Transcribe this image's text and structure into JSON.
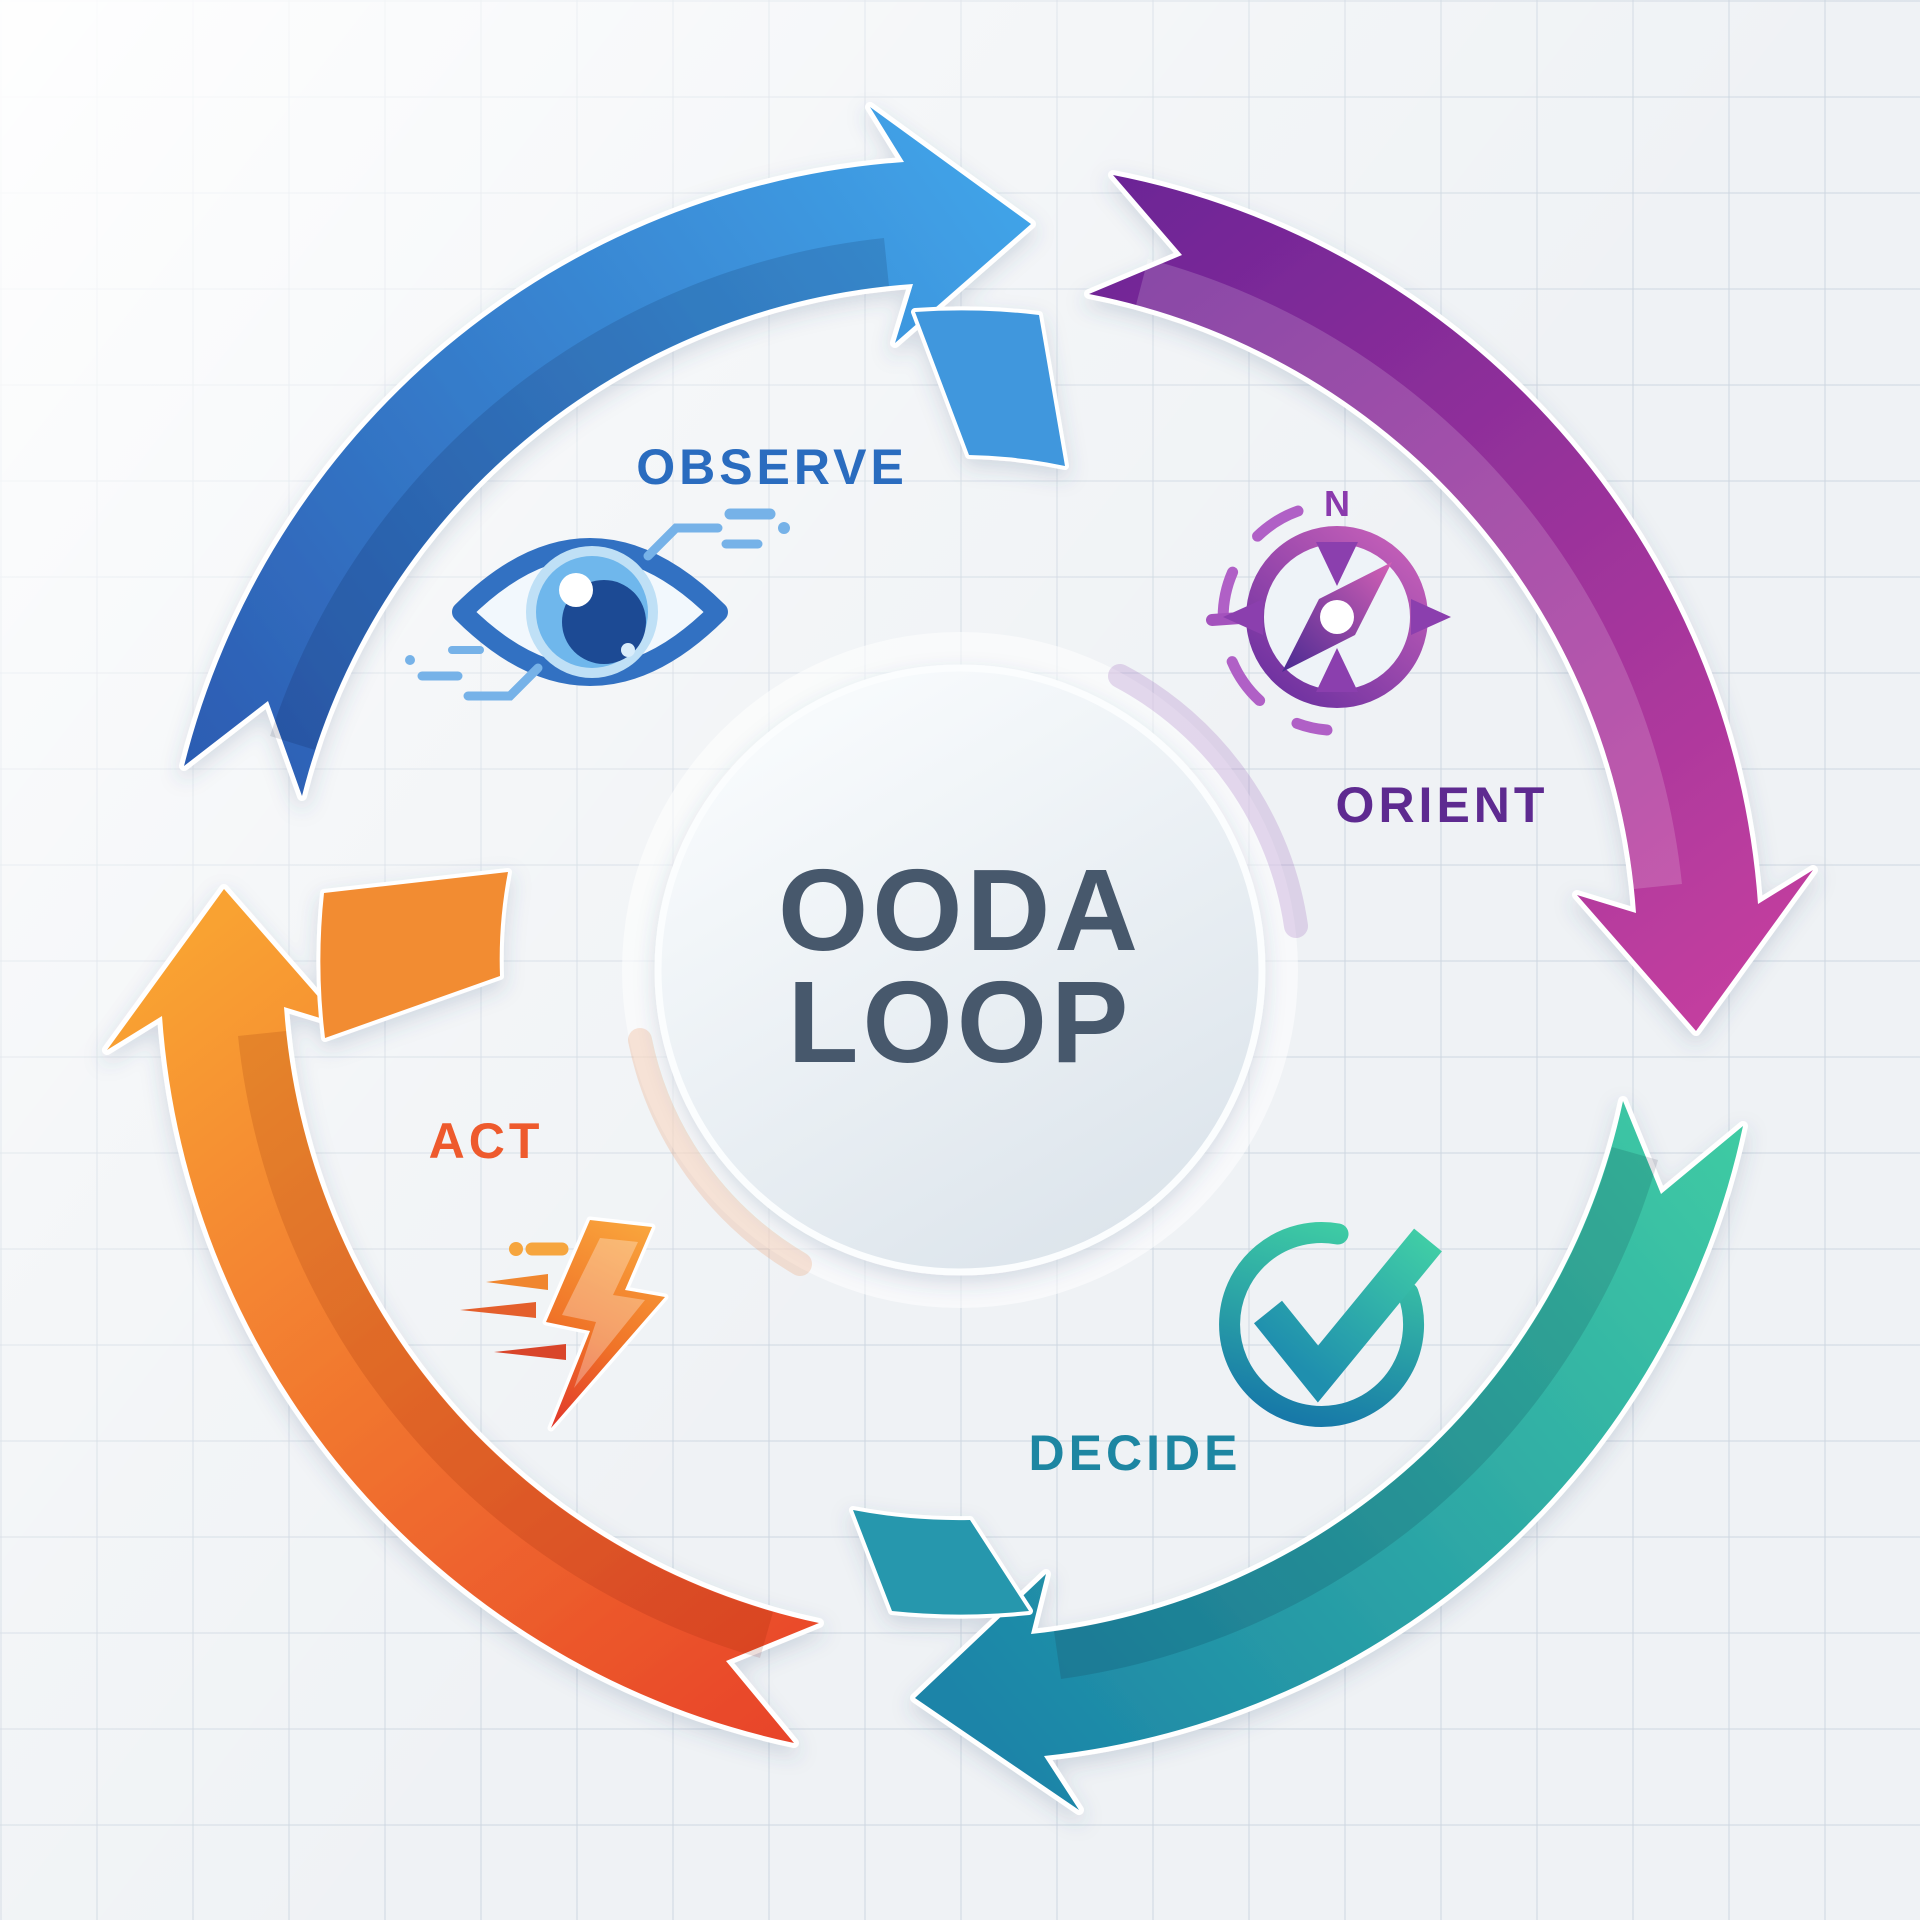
{
  "diagram": {
    "title_line1": "OODA",
    "title_line2": "LOOP",
    "compass_north_label": "N",
    "steps": [
      {
        "id": "observe",
        "label": "OBSERVE",
        "color": "#2a6cbf",
        "icon": "eye-icon"
      },
      {
        "id": "orient",
        "label": "ORIENT",
        "color": "#5e2a90",
        "icon": "compass-icon"
      },
      {
        "id": "decide",
        "label": "DECIDE",
        "color": "#1d86a2",
        "icon": "check-circle-icon"
      },
      {
        "id": "act",
        "label": "ACT",
        "color": "#ee5a2d",
        "icon": "lightning-icon"
      }
    ],
    "arrow_colors": {
      "observe": {
        "tail": "#2c5cb2",
        "head": "#41a3e8"
      },
      "orient": {
        "tail": "#6b2496",
        "head": "#c43f9f"
      },
      "decide": {
        "tail": "#3fcba3",
        "head": "#1b84a8"
      },
      "act": {
        "tail": "#e8432a",
        "head": "#f9a233"
      }
    },
    "center_text_color": "#47586c",
    "background_color": "#eff2f5"
  }
}
